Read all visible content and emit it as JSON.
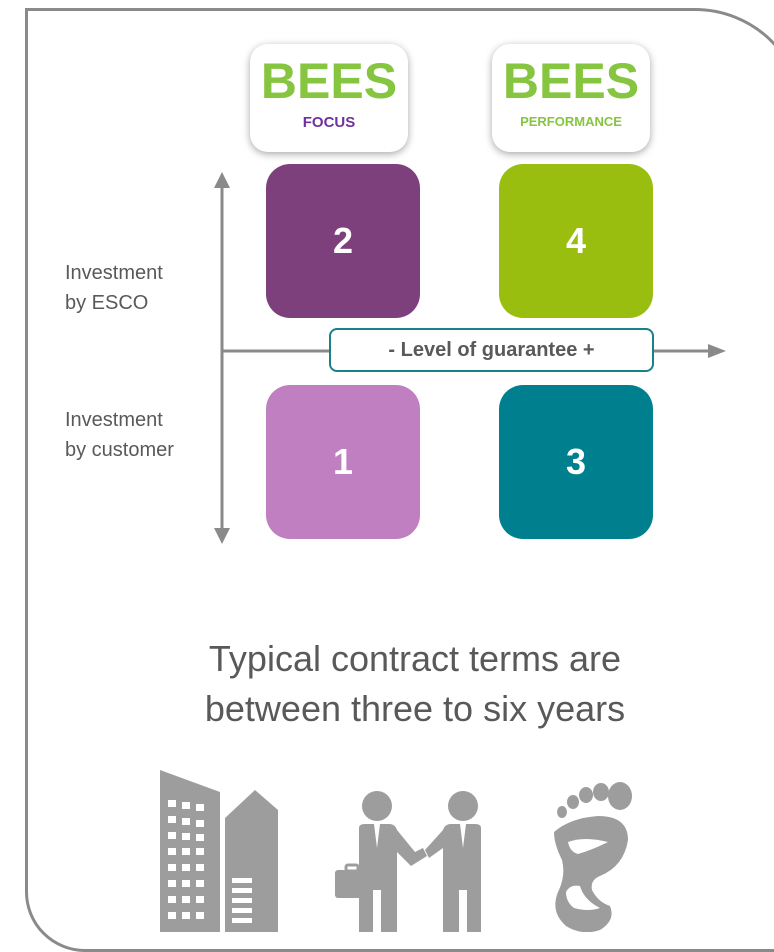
{
  "badges": [
    {
      "title": "BEES",
      "subtitle": "FOCUS",
      "title_color": "#86c540",
      "subtitle_color": "#7030a0"
    },
    {
      "title": "BEES",
      "subtitle": "PERFORMANCE",
      "title_color": "#86c540",
      "subtitle_color": "#86c540"
    }
  ],
  "tiles": [
    {
      "number": "2",
      "color": "#7e3f7d"
    },
    {
      "number": "4",
      "color": "#99be0f"
    },
    {
      "number": "1",
      "color": "#c07fc0"
    },
    {
      "number": "3",
      "color": "#00808e"
    }
  ],
  "axis": {
    "upper_label_line1": "Investment",
    "upper_label_line2": "by ESCO",
    "lower_label_line1": "Investment",
    "lower_label_line2": "by customer",
    "horizontal_label": "- Level of guarantee +"
  },
  "caption": {
    "line1": "Typical contract terms are",
    "line2": "between three to six years"
  },
  "icons": [
    "building-icon",
    "handshake-icon",
    "footprint-icon"
  ],
  "colors": {
    "frame": "#8a8a8a",
    "arrow": "#8a8a8a",
    "icon": "#9d9d9d",
    "guarantee_border": "#1c7f8c"
  }
}
